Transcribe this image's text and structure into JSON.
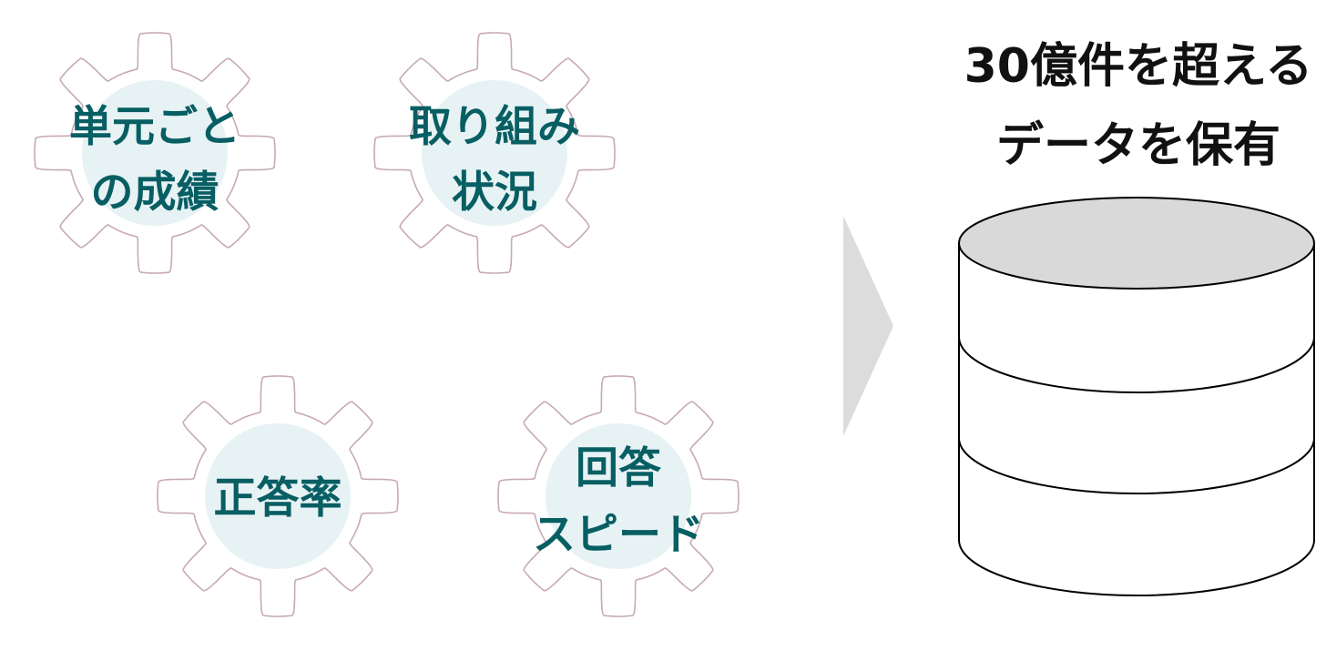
{
  "gears": [
    {
      "name": "unit-grades",
      "lines": [
        "単元ごと",
        "の成績"
      ]
    },
    {
      "name": "engagement",
      "lines": [
        "取り組み",
        "状況"
      ]
    },
    {
      "name": "accuracy-rate",
      "lines": [
        "正答率"
      ]
    },
    {
      "name": "answer-speed",
      "lines": [
        "回答",
        "スピード"
      ]
    }
  ],
  "title": {
    "line1": "30億件を超える",
    "line2": "データを保有"
  },
  "colors": {
    "gear_outline": "#c7aab3",
    "gear_fill": "#ffffff",
    "circle_fill": "#e7f2f4",
    "label_text": "#075e63",
    "title_text": "#111111",
    "arrow": "#dcdcdc",
    "db_top": "#d9d9d9",
    "db_body": "#ffffff"
  },
  "icons": {
    "arrow": "arrow-right-icon",
    "database": "database-icon",
    "gear": "gear-icon"
  }
}
